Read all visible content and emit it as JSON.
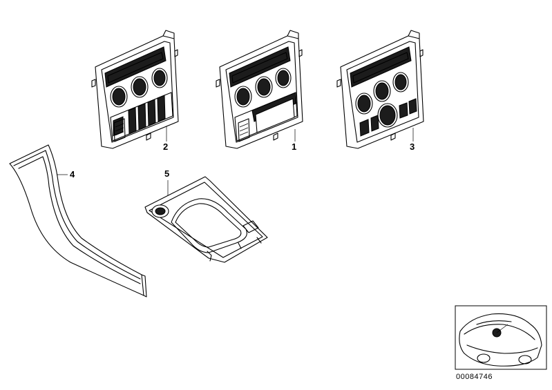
{
  "parts": [
    {
      "id": "panel-1",
      "callout": "1"
    },
    {
      "id": "panel-2",
      "callout": "2"
    },
    {
      "id": "panel-3",
      "callout": "3"
    },
    {
      "id": "trim-strip-4",
      "callout": "4"
    },
    {
      "id": "shift-cover-5",
      "callout": "5"
    }
  ],
  "footer": {
    "diagram_number": "00084746"
  },
  "colors": {
    "line": "#000000",
    "fill": "#ffffff",
    "dark_fill": "#1c1c1c"
  }
}
